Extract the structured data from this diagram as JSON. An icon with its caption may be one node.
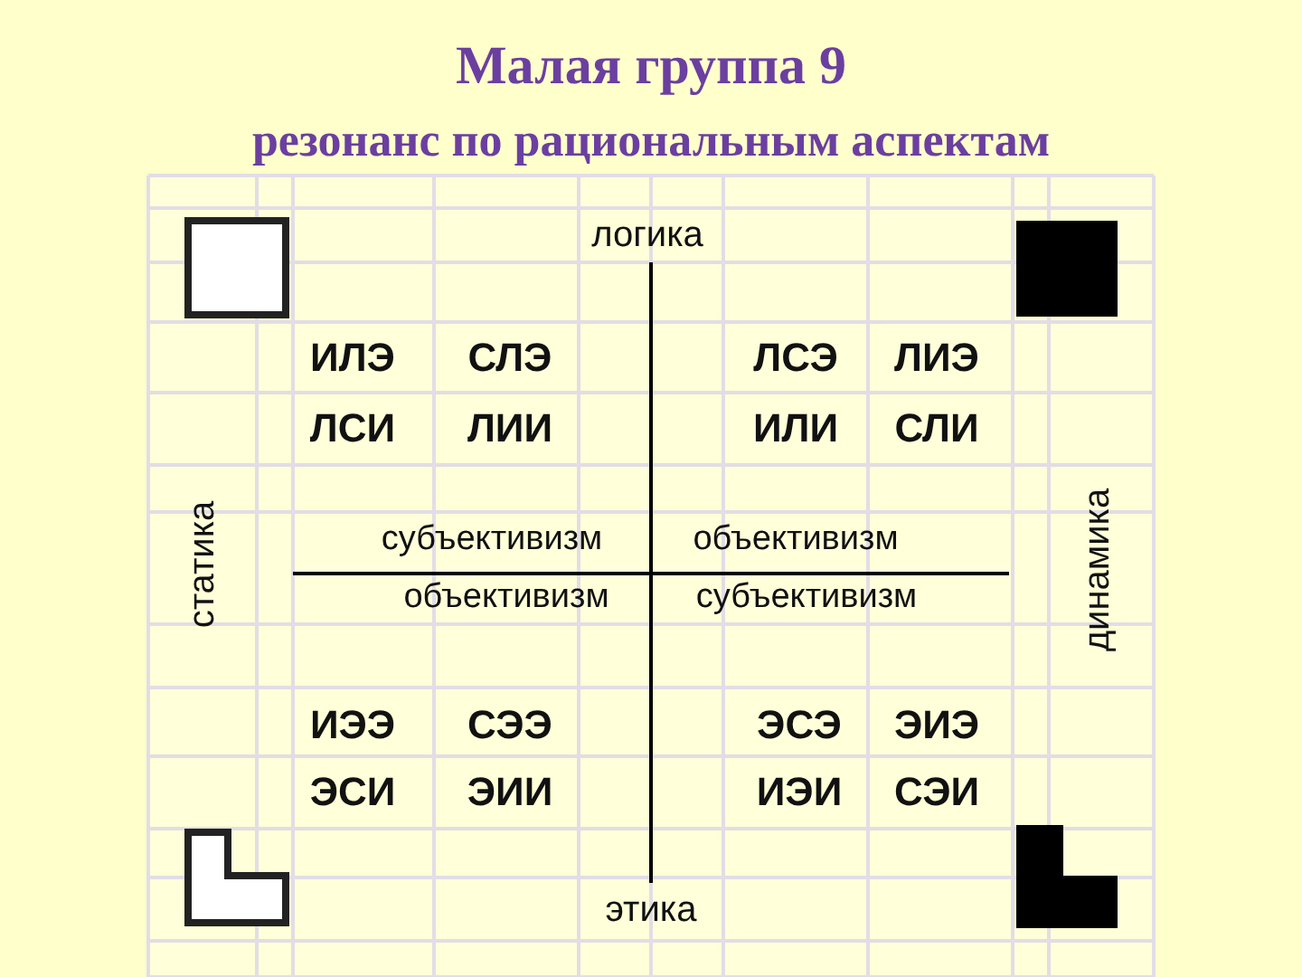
{
  "diagram": {
    "title": "Малая группа 9",
    "labels": [
      "резонанс по рациональным аспектам",
      "логика",
      "ИЛЭ",
      "СЛЭ",
      "ЛСЭ",
      "ЛИЭ",
      "ЛСИ",
      "ЛИИ",
      "ИЛИ",
      "СЛИ",
      "статика",
      "динамика",
      "субъективизм",
      "объективизм",
      "объективизм",
      "субъективизм",
      "ИЭЭ",
      "СЭЭ",
      "ЭСЭ",
      "ЭИЭ",
      "ЭСИ",
      "ЭИИ",
      "ИЭИ",
      "СЭИ",
      "этика"
    ]
  }
}
